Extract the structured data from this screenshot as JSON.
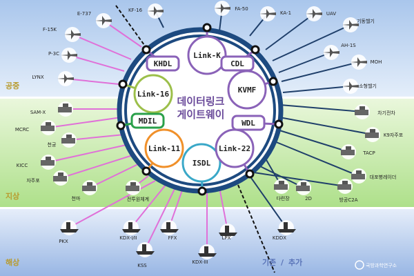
{
  "zones": {
    "air": "공중",
    "ground": "지상",
    "sea": "해상"
  },
  "gateway": {
    "line1": "데이터링크",
    "line2": "게이트웨이"
  },
  "datalinks": [
    "Link-K",
    "KHDL",
    "CDL",
    "Link-16",
    "KVMF",
    "MDIL",
    "WDL",
    "Link-11",
    "ISDL",
    "Link-22"
  ],
  "platforms": {
    "air": [
      "E-737",
      "F-15K",
      "P-3C",
      "LYNX",
      "KF-16",
      "FA-50",
      "KA-1",
      "UAV",
      "기동헬기",
      "AH-1S",
      "MOH",
      "소형헬기"
    ],
    "ground": [
      "SAM-X",
      "MCRC",
      "천궁",
      "KICC",
      "자주포",
      "천마",
      "전투원체계",
      "차기전차",
      "K9자주포",
      "TACP",
      "대포병레이더",
      "다련장",
      "2D",
      "방공C2A"
    ],
    "sea": [
      "PKX",
      "KDX-I/II",
      "KSS",
      "FFX",
      "KDX-III",
      "LPX",
      "KDDX"
    ]
  },
  "legend": {
    "existing": "기존",
    "separator": "/",
    "added": "추가"
  },
  "logo_text": "국방과학연구소",
  "colors": {
    "existing_line": "#e070d8",
    "added_line": "#1f3f6a",
    "ring": "#1d4a80",
    "sky": "#c4d8f2",
    "land": "#c6e8a8"
  }
}
